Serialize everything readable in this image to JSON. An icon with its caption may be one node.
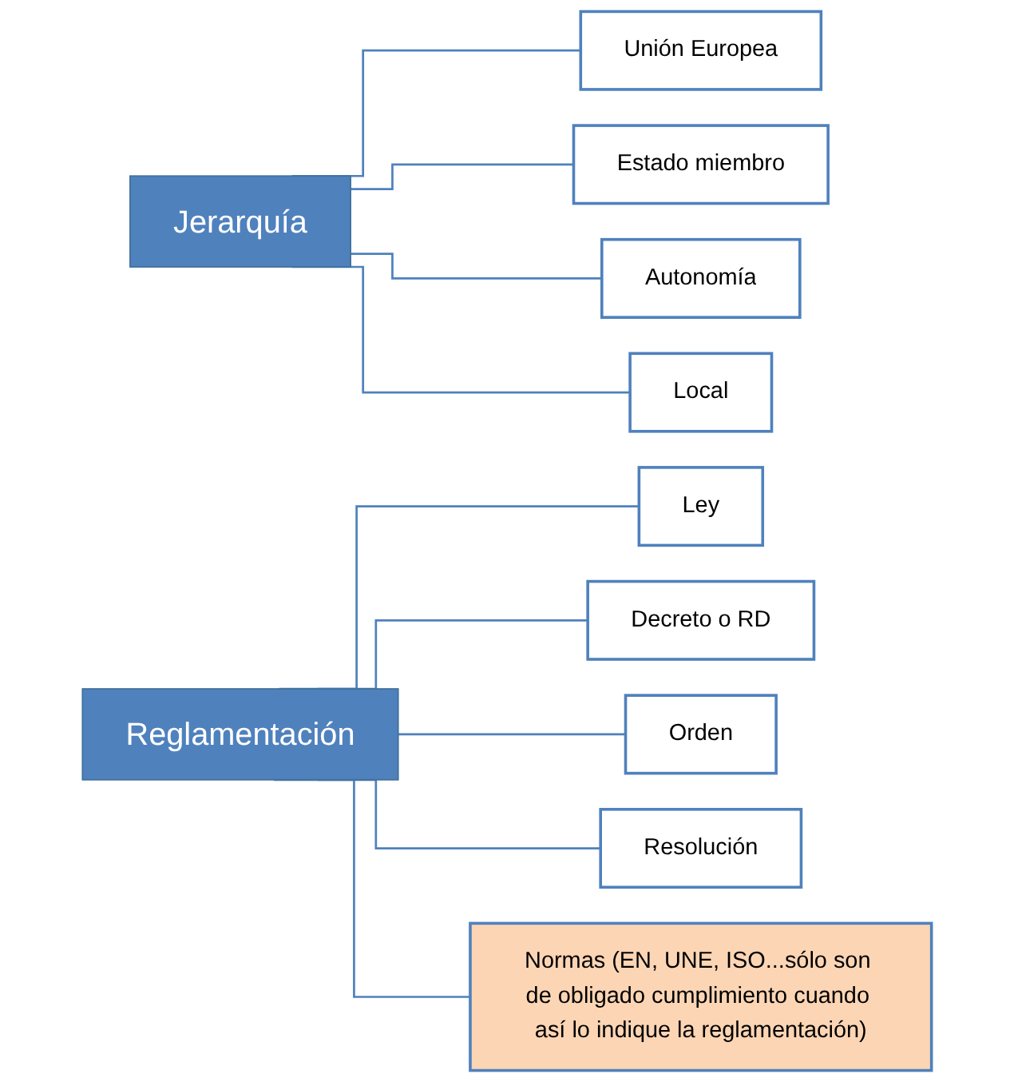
{
  "diagram": {
    "nodes": [
      {
        "text": [
          "Jerarquía"
        ]
      },
      {
        "text": [
          "Unión Europea"
        ]
      },
      {
        "text": [
          "Estado miembro"
        ]
      },
      {
        "text": [
          "Autonomía"
        ]
      },
      {
        "text": [
          "Local"
        ]
      },
      {
        "text": [
          "Reglamentación"
        ]
      },
      {
        "text": [
          "Ley"
        ]
      },
      {
        "text": [
          "Decreto o RD"
        ]
      },
      {
        "text": [
          "Orden"
        ]
      },
      {
        "text": [
          "Resolución"
        ]
      },
      {
        "text": [
          "Normas (EN, UNE, ISO...sólo son de obligado cumplimiento cuando así lo indique la reglamentación)"
        ]
      }
    ],
    "edges": [
      {
        "from": 0,
        "to": 1,
        "arrow": "none"
      },
      {
        "from": 0,
        "to": 2,
        "arrow": "none"
      },
      {
        "from": 0,
        "to": 3,
        "arrow": "none"
      },
      {
        "from": 0,
        "to": 4,
        "arrow": "none"
      },
      {
        "from": 5,
        "to": 6,
        "arrow": "none"
      },
      {
        "from": 5,
        "to": 7,
        "arrow": "none"
      },
      {
        "from": 5,
        "to": 8,
        "arrow": "none"
      },
      {
        "from": 5,
        "to": 9,
        "arrow": "none"
      },
      {
        "from": 5,
        "to": 10,
        "arrow": "none"
      }
    ]
  }
}
